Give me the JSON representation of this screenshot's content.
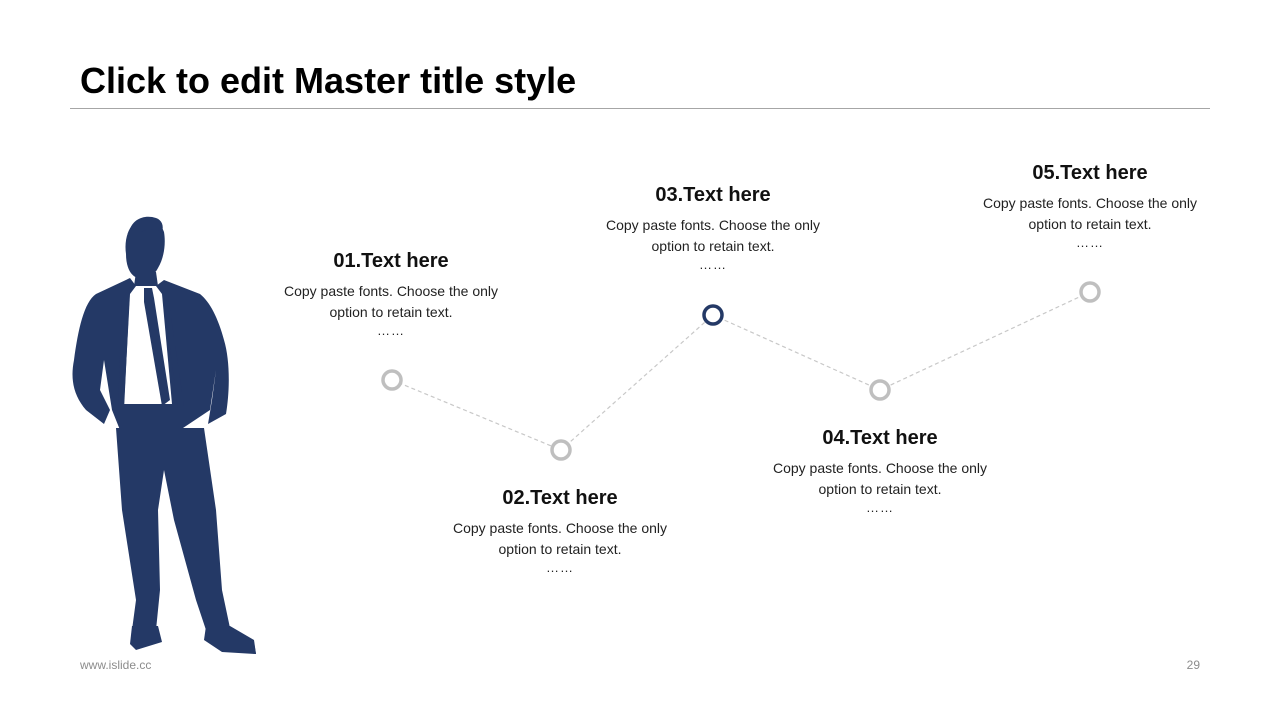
{
  "slide": {
    "title": "Click to edit Master title style",
    "footer_url": "www.islide.cc",
    "page_number": "29"
  },
  "colors": {
    "accent": "#243966",
    "node_default": "#bfbfbf",
    "connector": "#c8c8c8"
  },
  "steps": [
    {
      "title": "01.Text here",
      "body": "Copy paste fonts. Choose the only option to retain text.",
      "ellipsis": "……",
      "active": false
    },
    {
      "title": "02.Text here",
      "body": "Copy paste fonts. Choose the only option to retain text.",
      "ellipsis": "……",
      "active": false
    },
    {
      "title": "03.Text here",
      "body": "Copy paste fonts. Choose the only option to retain text.",
      "ellipsis": "……",
      "active": true
    },
    {
      "title": "04.Text here",
      "body": "Copy paste fonts. Choose the only option to retain text.",
      "ellipsis": "……",
      "active": false
    },
    {
      "title": "05.Text here",
      "body": "Copy paste fonts. Choose the only option to retain text.",
      "ellipsis": "……",
      "active": false
    }
  ]
}
